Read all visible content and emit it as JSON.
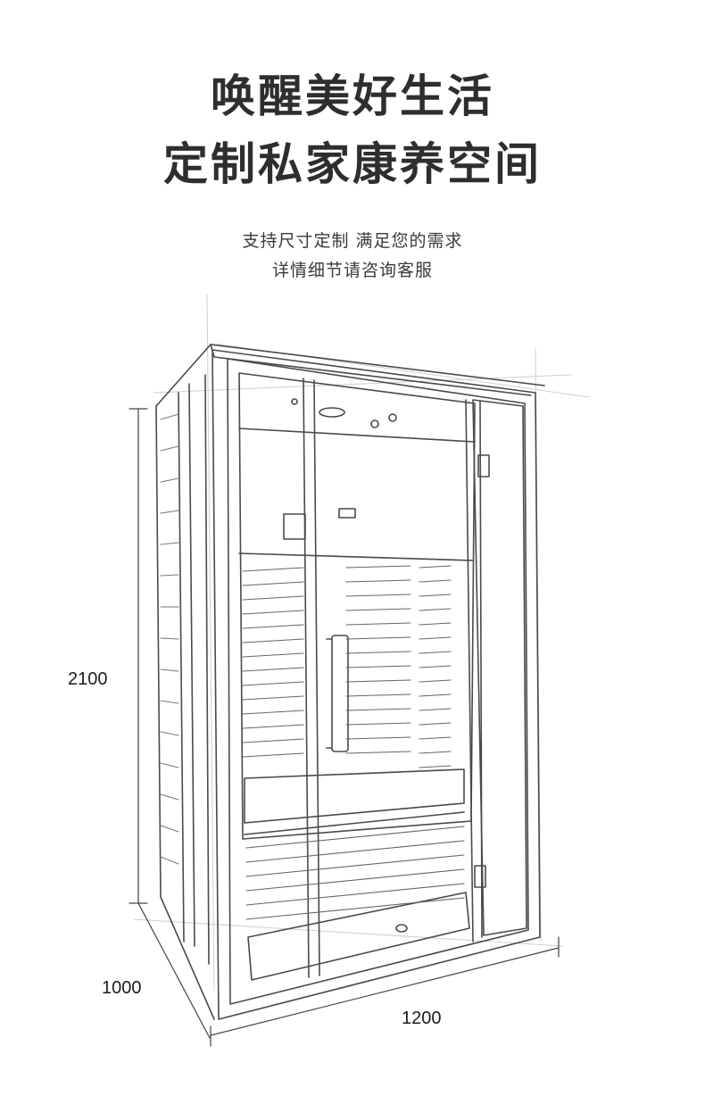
{
  "headline": {
    "line1": "唤醒美好生活",
    "line2": "定制私家康养空间"
  },
  "subtitle": {
    "line1": "支持尺寸定制 满足您的需求",
    "line2": "详情细节请咨询客服"
  },
  "dimensions": {
    "height": "2100",
    "depth": "1000",
    "width": "1200"
  }
}
